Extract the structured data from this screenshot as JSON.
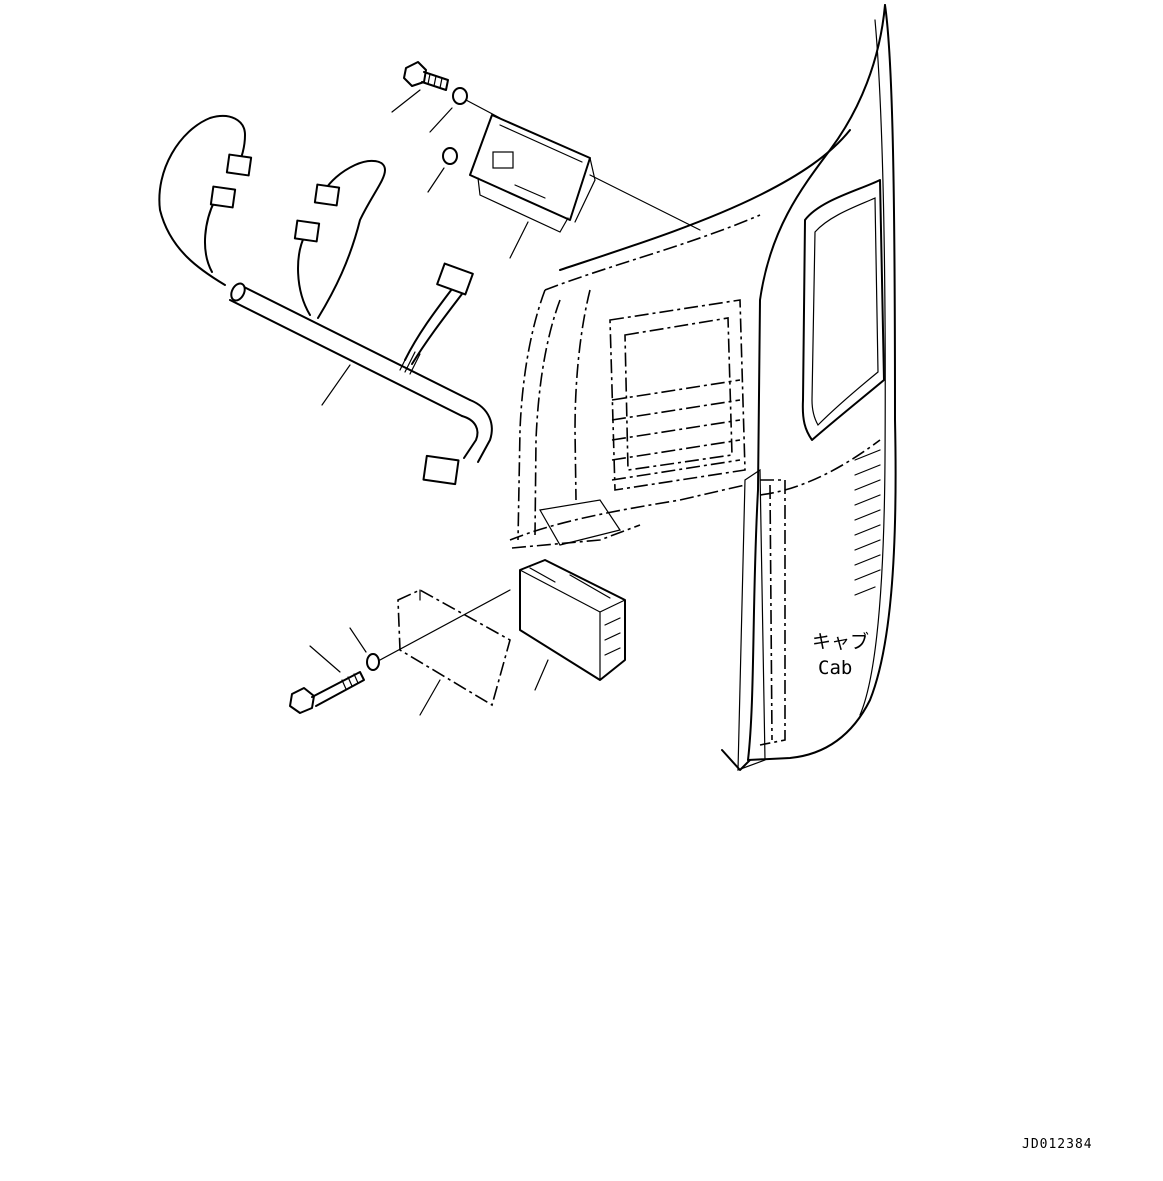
{
  "labels": {
    "cab_jp": "キャブ",
    "cab_en": "Cab",
    "drawing_code": "JD012384"
  }
}
